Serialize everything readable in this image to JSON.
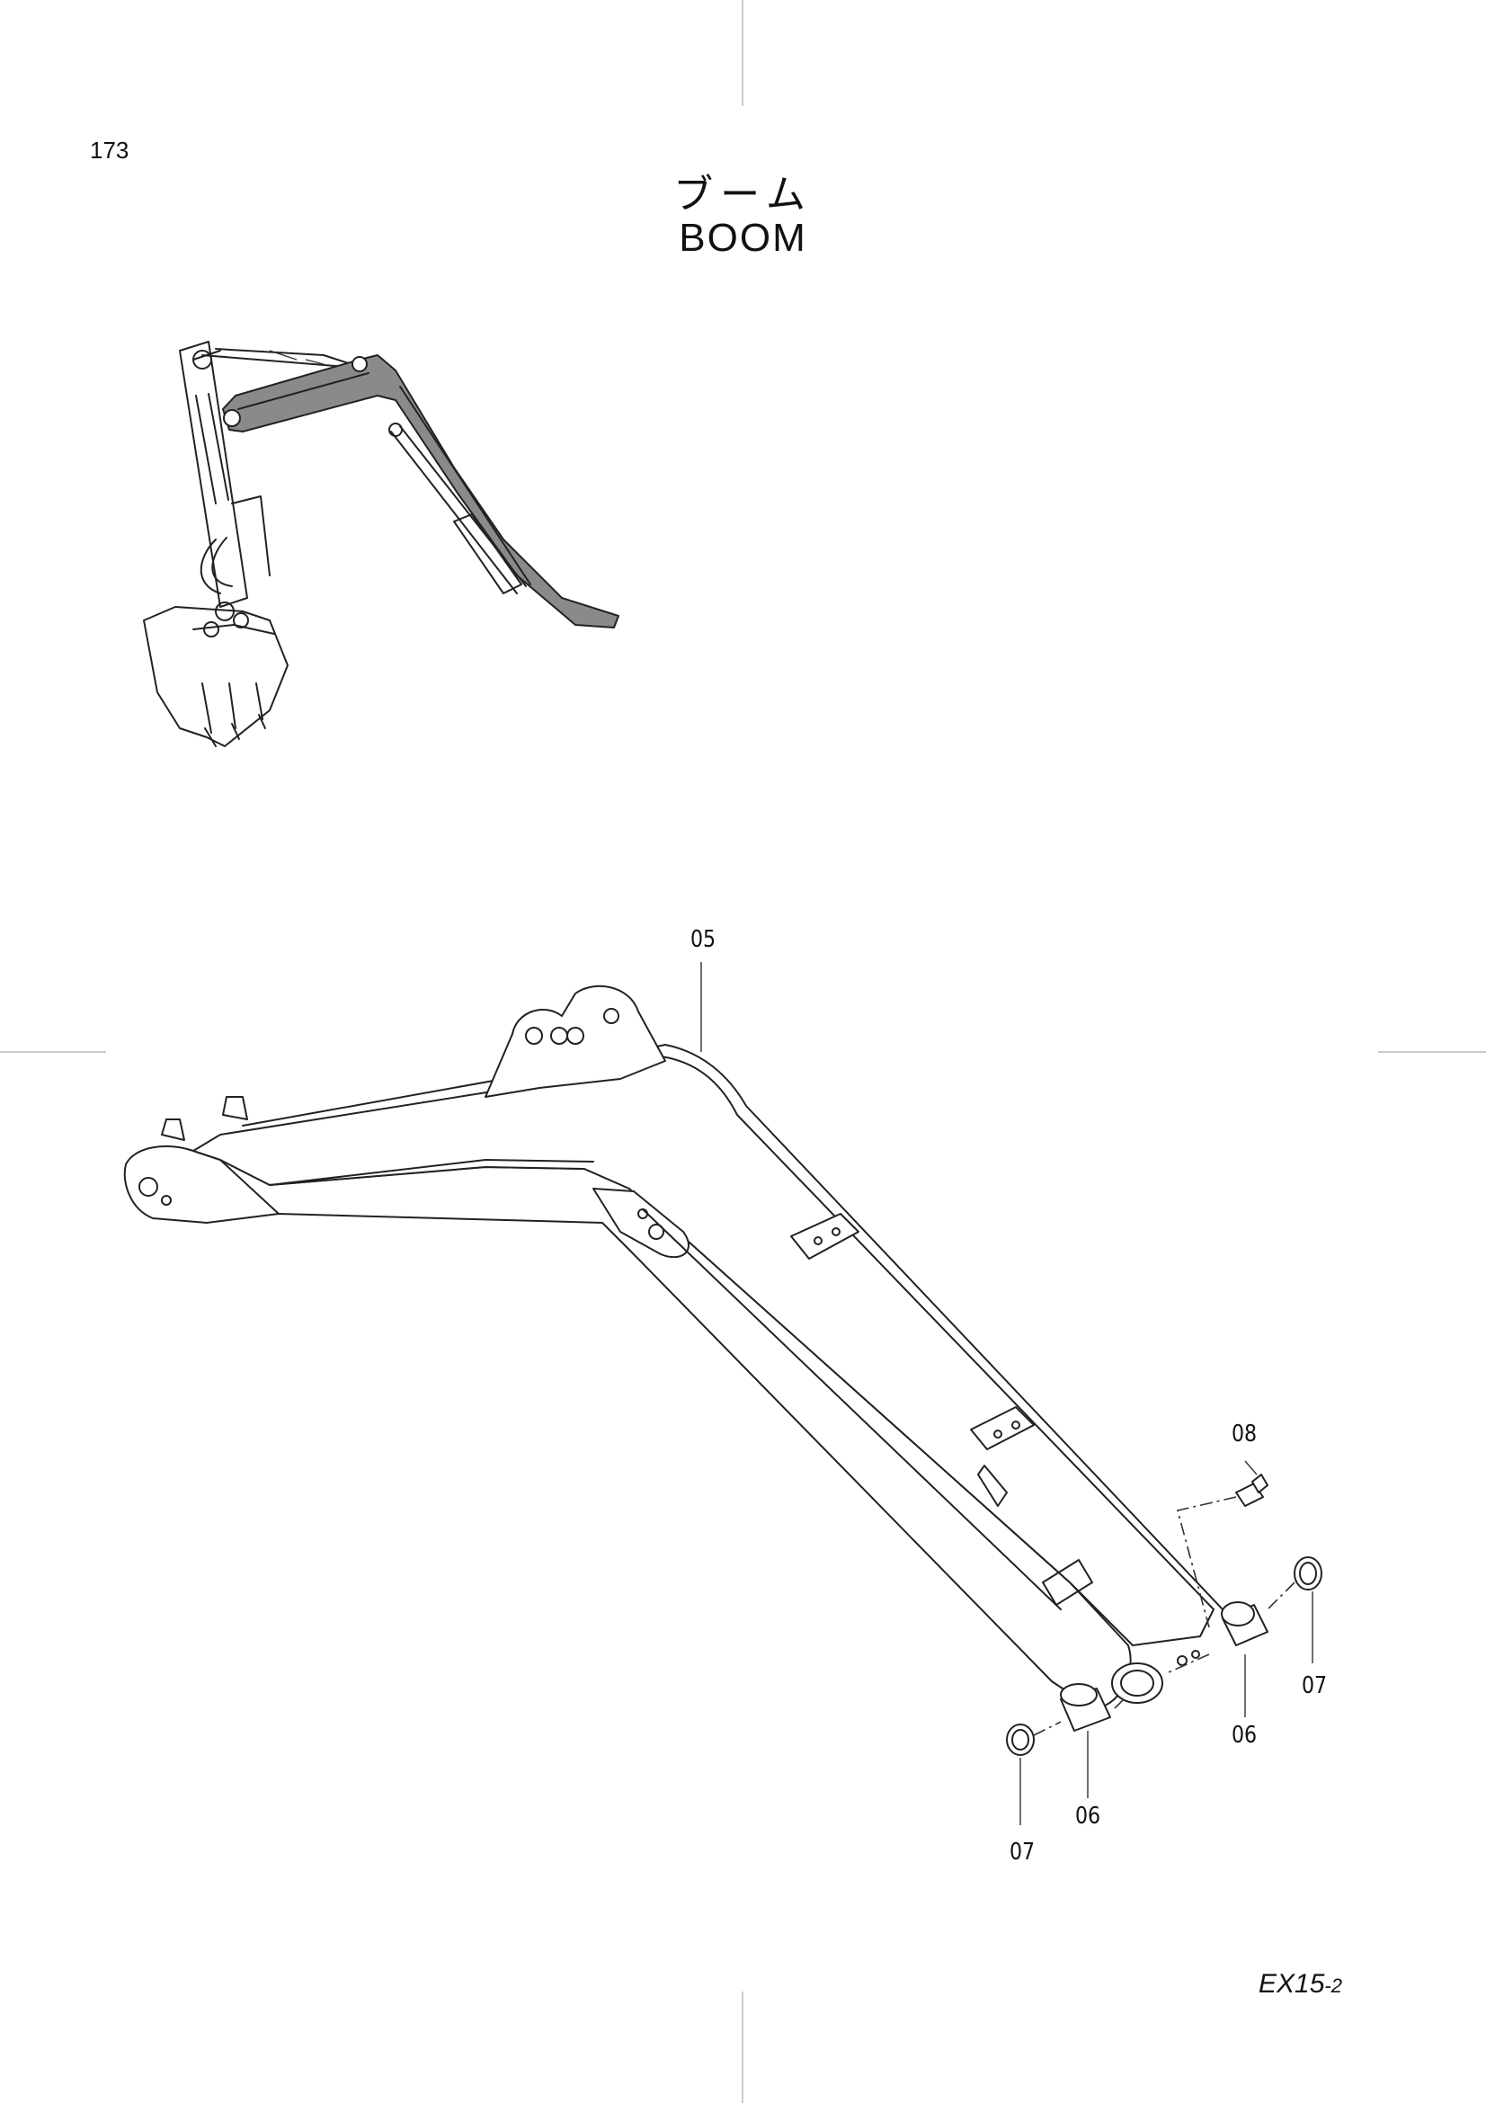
{
  "page": {
    "number": "173",
    "title_jp": "ブーム",
    "title_en": "BOOM",
    "model": "EX15",
    "model_suffix": "-2"
  },
  "callouts": {
    "boom": "05",
    "bushing_a": "06",
    "bushing_b": "06",
    "seal_a": "07",
    "seal_b": "07",
    "grease_fitting": "08"
  }
}
